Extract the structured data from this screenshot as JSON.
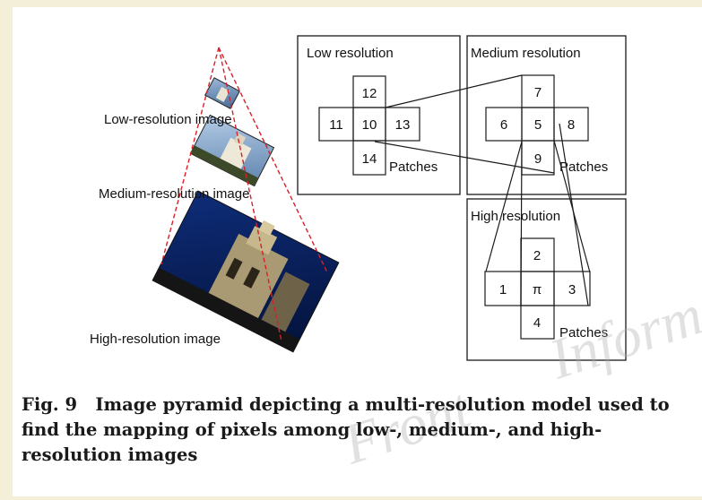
{
  "pyramid": {
    "low_label": "Low-resolution image",
    "medium_label": "Medium-resolution image",
    "high_label": "High-resolution image"
  },
  "panels": {
    "low": {
      "title": "Low resolution",
      "cells": [
        "12",
        "11",
        "10",
        "13",
        "14"
      ],
      "patches": "Patches"
    },
    "medium": {
      "title": "Medium resolution",
      "cells": [
        "7",
        "6",
        "5",
        "8",
        "9"
      ],
      "patches": "Patches"
    },
    "high": {
      "title": "High resolution",
      "cells": [
        "2",
        "1",
        "π",
        "3",
        "4"
      ],
      "patches": "Patches"
    }
  },
  "watermark": {
    "line1": "Inform T",
    "line2": "Front"
  },
  "caption": {
    "number": "Fig. 9",
    "text": "Image pyramid depicting a multi-resolution model used to find the mapping of pixels among low-, medium-, and high-resolution images"
  },
  "colors": {
    "background": "#f4efd9",
    "pyramid_lines": "#d8202a",
    "boxes": "#1a1a1a"
  }
}
